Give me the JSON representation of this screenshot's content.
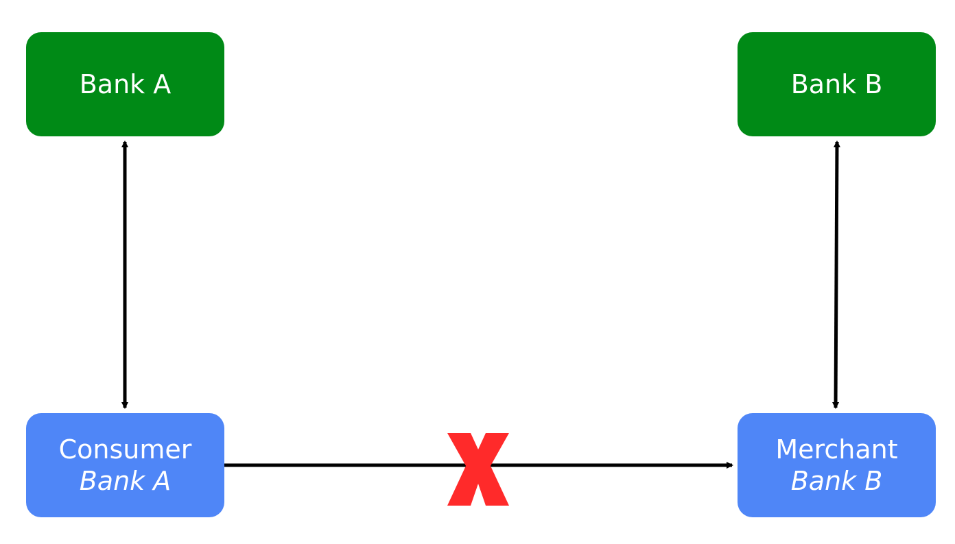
{
  "nodes": {
    "bank_a": {
      "label": "Bank A"
    },
    "bank_b": {
      "label": "Bank B"
    },
    "consumer": {
      "label": "Consumer",
      "sublabel": "Bank A"
    },
    "merchant": {
      "label": "Merchant",
      "sublabel": "Bank B"
    }
  },
  "edges": [
    {
      "from": "bank_a",
      "to": "consumer",
      "direction": "both",
      "blocked": false
    },
    {
      "from": "bank_b",
      "to": "merchant",
      "direction": "both",
      "blocked": false
    },
    {
      "from": "consumer",
      "to": "merchant",
      "direction": "forward",
      "blocked": true
    }
  ],
  "blocked_marker": {
    "symbol": "X",
    "color": "#ff2a2a"
  },
  "colors": {
    "bank": "#008a16",
    "party": "#4f86f7",
    "connector": "#000000"
  }
}
